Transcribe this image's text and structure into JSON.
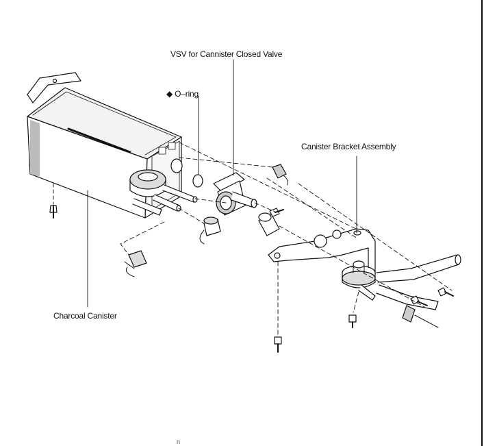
{
  "labels": {
    "vsv": "VSV for Cannister Closed Valve",
    "o_ring": "◆ O–ring",
    "bracket": "Canister Bracket Assembly",
    "canister": "Charcoal Canister",
    "corner_mark": "n"
  },
  "colors": {
    "line": "#111111",
    "shade": "#bbbbbb",
    "background": "#ffffff"
  }
}
